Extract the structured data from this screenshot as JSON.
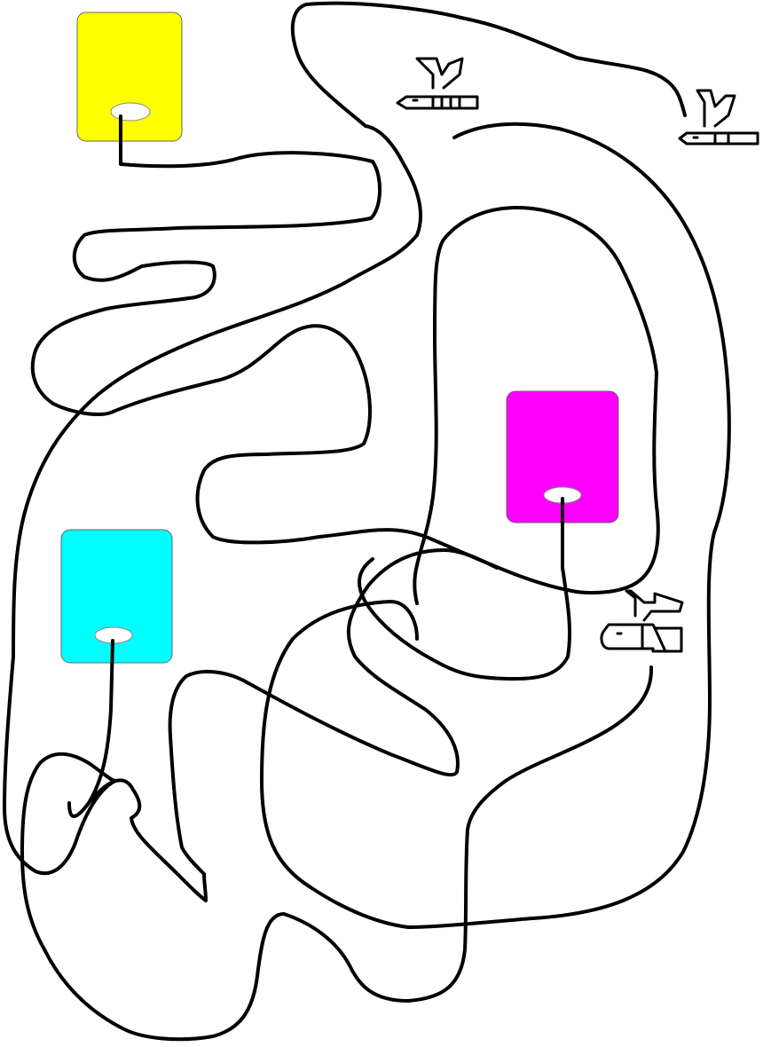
{
  "colors": {
    "background": "#ffffff",
    "line": "#000000",
    "card_yellow": "#ffff00",
    "card_magenta": "#ff00ff",
    "card_cyan": "#00ffff"
  },
  "cards": [
    {
      "name": "yellow-card",
      "color": "#ffff00"
    },
    {
      "name": "magenta-card",
      "color": "#ff00ff"
    },
    {
      "name": "cyan-card",
      "color": "#00ffff"
    }
  ],
  "plugs": [
    {
      "name": "plug-icon"
    },
    {
      "name": "plug-icon"
    },
    {
      "name": "plug-icon"
    }
  ]
}
